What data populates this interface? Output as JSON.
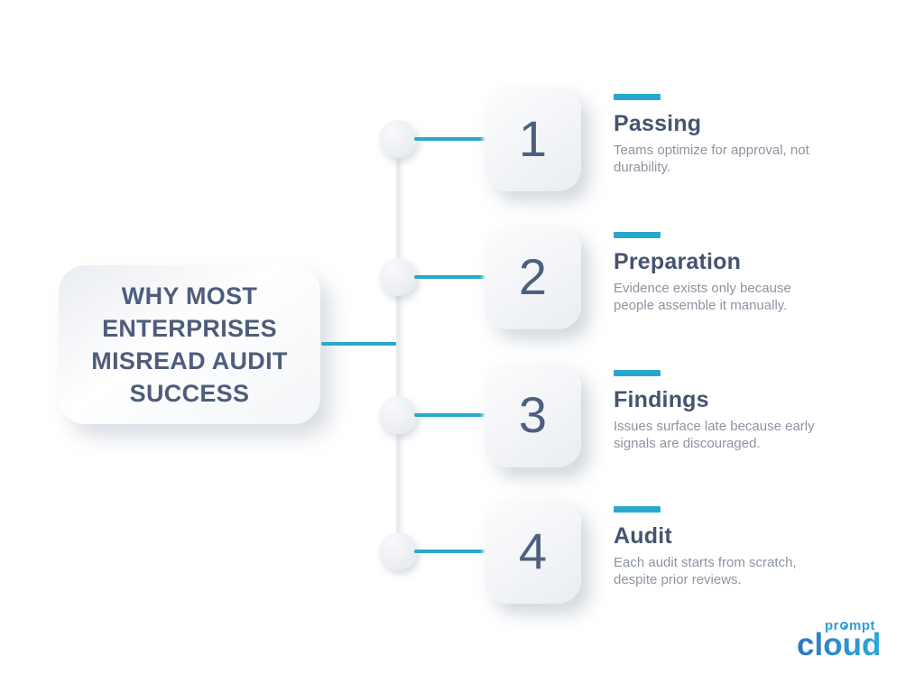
{
  "title": {
    "text": "WHY MOST ENTERPRISES MISREAD AUDIT SUCCESS"
  },
  "items": [
    {
      "number": "1",
      "title": "Passing",
      "description": "Teams optimize for approval, not durability."
    },
    {
      "number": "2",
      "title": "Preparation",
      "description": "Evidence exists only because people assemble it manually."
    },
    {
      "number": "3",
      "title": "Findings",
      "description": "Issues surface late because early signals are discouraged."
    },
    {
      "number": "4",
      "title": "Audit",
      "description": "Each audit starts from scratch, despite prior reviews."
    }
  ],
  "logo": {
    "top_pre": "pr",
    "top_post": "mpt",
    "bottom": "cloud",
    "cloud_glyph": "☁"
  },
  "colors": {
    "accent_teal": "#29a7cd",
    "heading_slate": "#45546f",
    "title_slate": "#4d5d7c",
    "description_gray": "#8c94a2",
    "spine_gray": "#e9ebf0",
    "logo_blue": "#2b8fd0",
    "background": "#ffffff"
  }
}
